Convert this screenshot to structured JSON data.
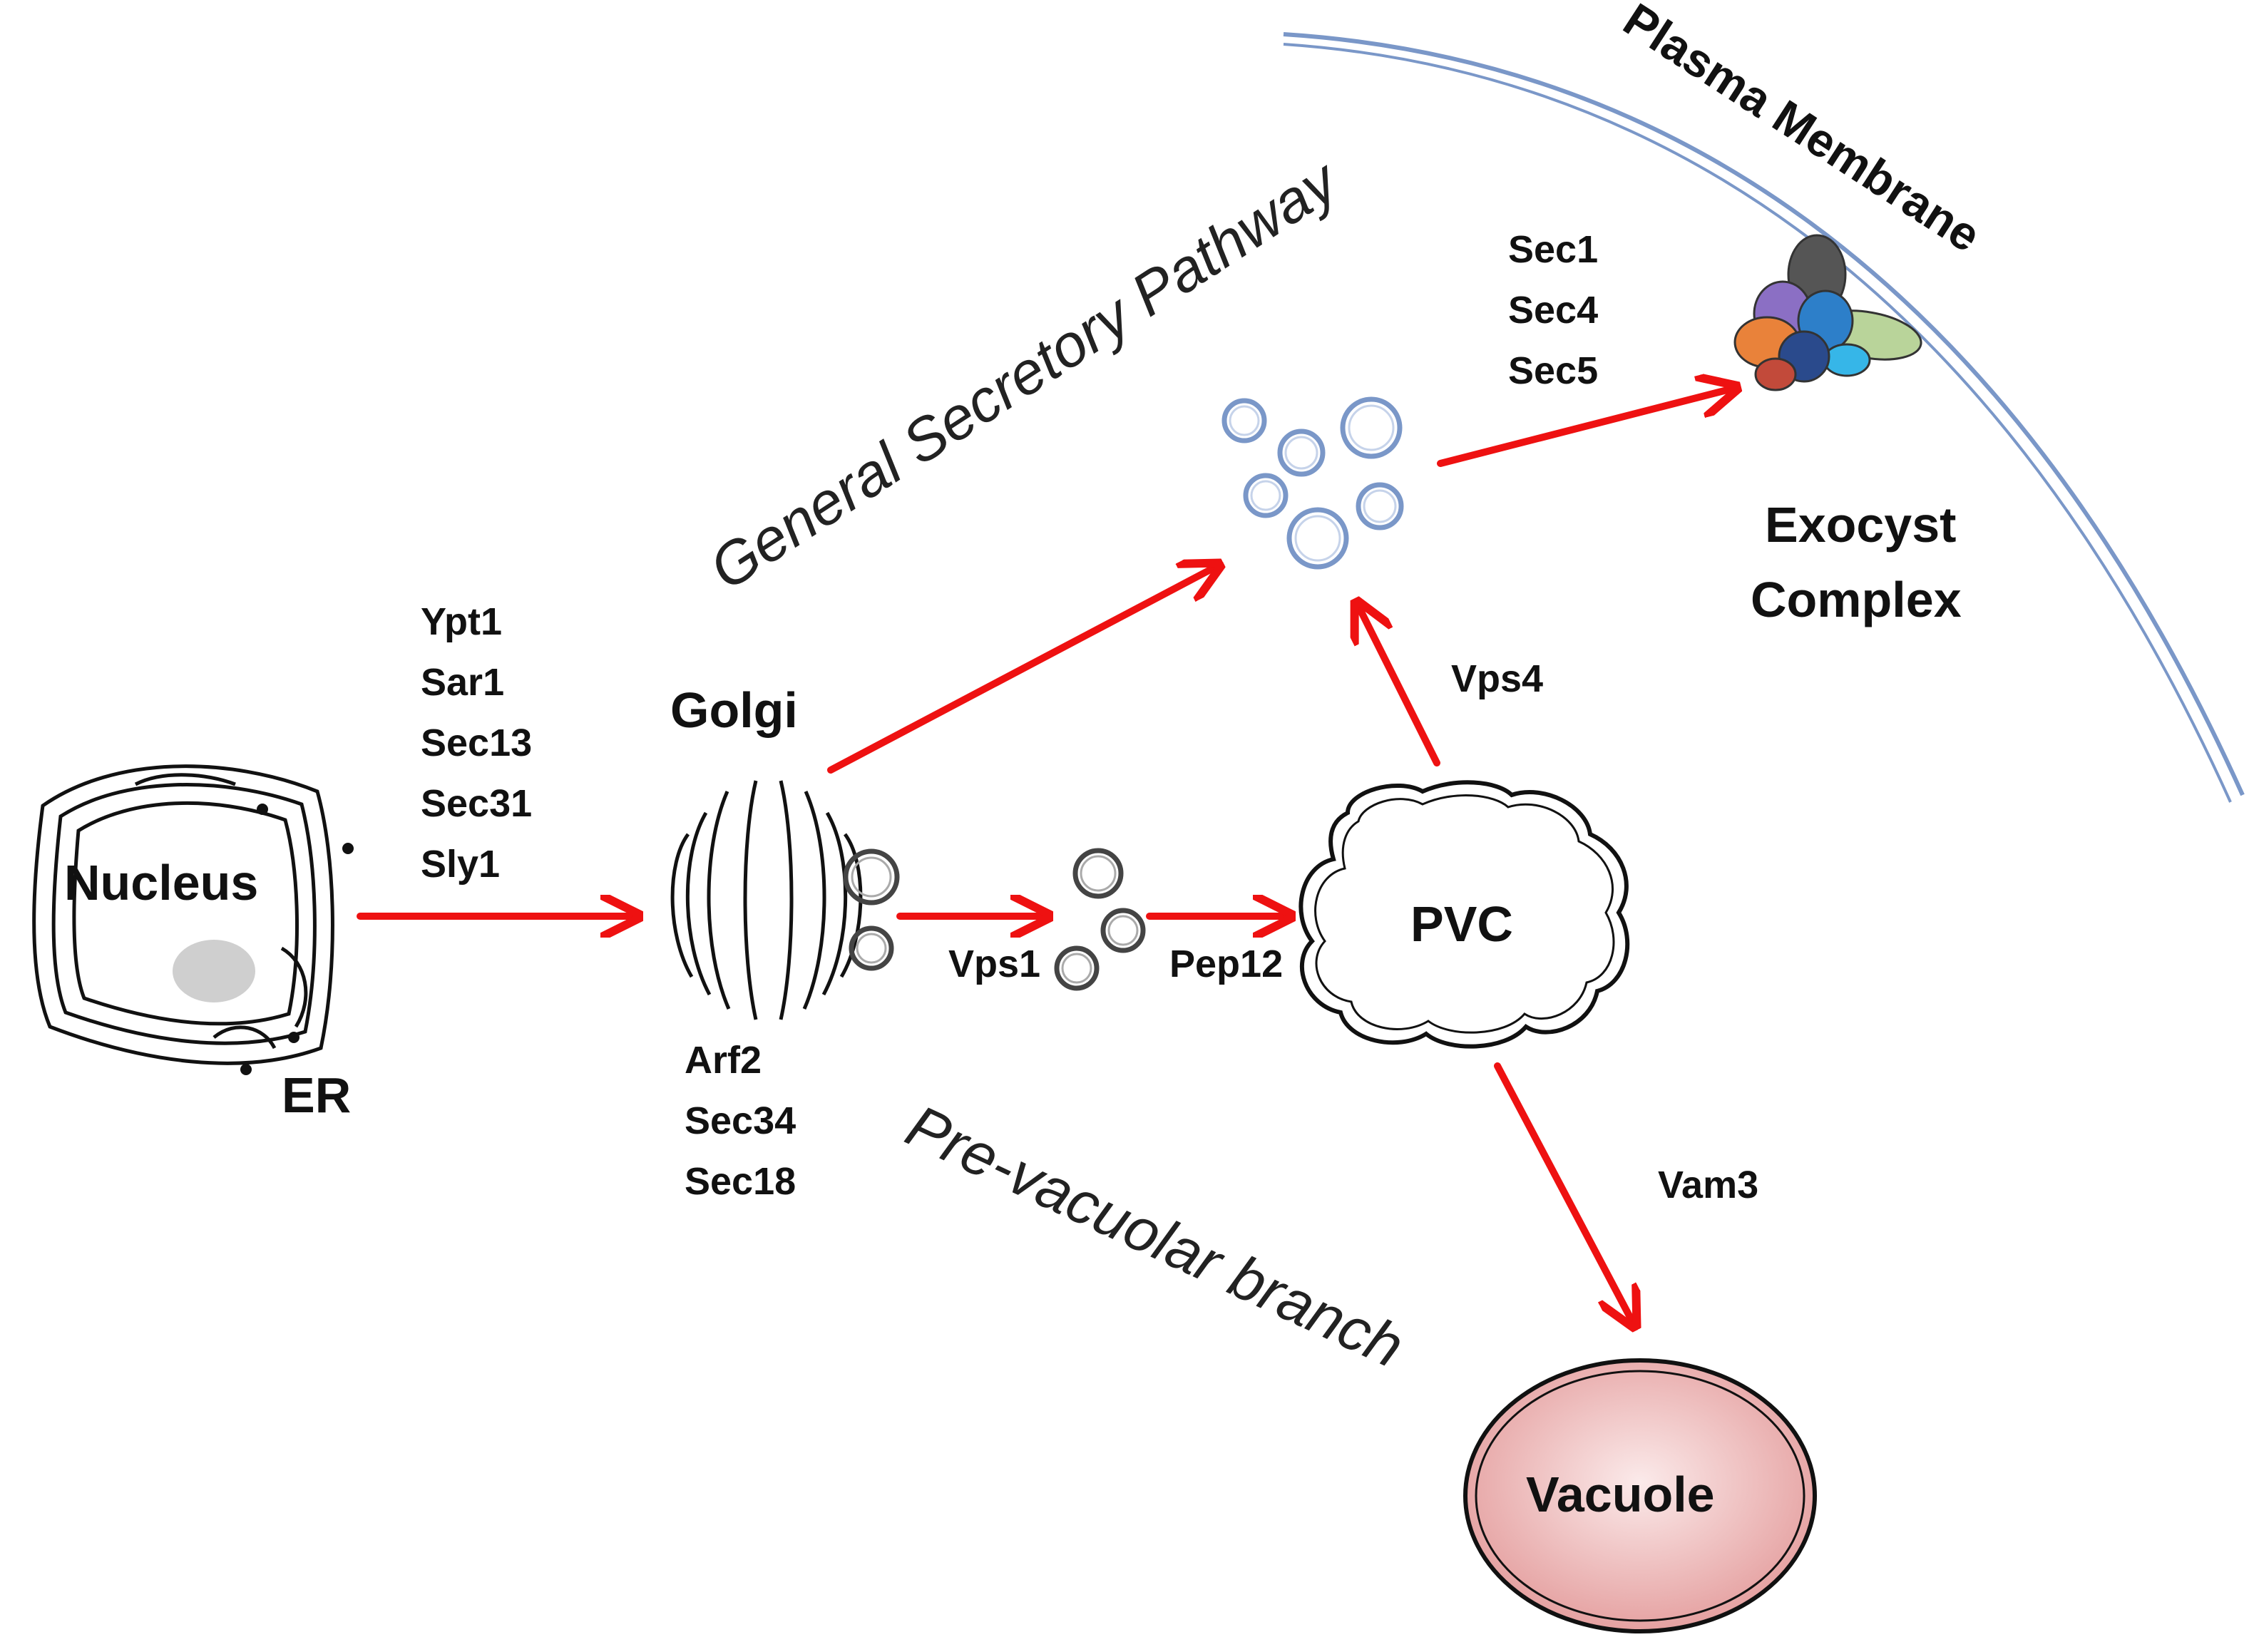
{
  "labels": {
    "nucleus": "Nucleus",
    "er": "ER",
    "golgi": "Golgi",
    "pvc": "PVC",
    "vacuole": "Vacuole",
    "exocyst_line1": "Exocyst",
    "exocyst_line2": "Complex",
    "plasma_membrane": "Plasma Membrane",
    "general_secretory_pathway": "General Secretory Pathway",
    "pre_vacuolar_branch": "Pre-vacuolar branch"
  },
  "proteins": {
    "er_to_golgi": [
      "Ypt1",
      "Sar1",
      "Sec13",
      "Sec31",
      "Sly1"
    ],
    "golgi": [
      "Arf2",
      "Sec34",
      "Sec18"
    ],
    "exocytosis": [
      "Sec1",
      "Sec4",
      "Sec5"
    ],
    "golgi_to_vesicles": "Vps1",
    "vesicles_to_pvc": "Pep12",
    "pvc_to_secretory": "Vps4",
    "pvc_to_vacuole": "Vam3"
  },
  "colors": {
    "arrow": "#ee1111",
    "membrane": "#7a97c8",
    "vacuole_fill": "#e8a3a3",
    "nucleolus": "#cfcfcf"
  }
}
